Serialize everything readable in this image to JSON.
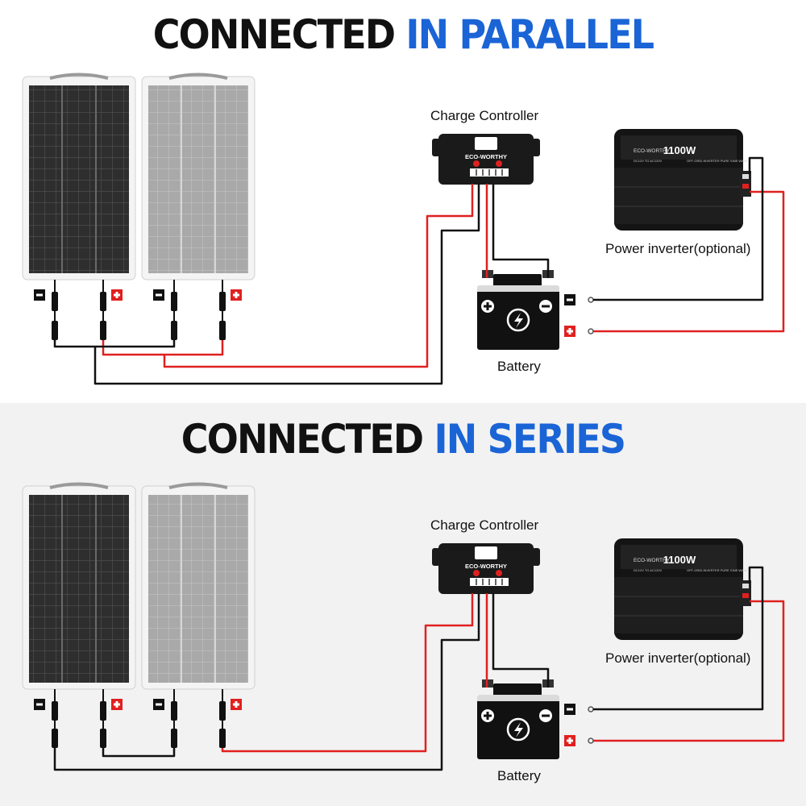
{
  "sections": {
    "parallel": {
      "title_part1": "CONNECTED",
      "title_part2": "IN PARALLEL"
    },
    "series": {
      "title_part1": "CONNECTED",
      "title_part2": "IN SERIES"
    }
  },
  "labels": {
    "charge_controller": "Charge Controller",
    "controller_brand": "ECO-WORTHY",
    "battery": "Battery",
    "power_inverter": "Power inverter(optional)",
    "inverter_brand": "ECO-WORTHY",
    "inverter_wattage": "1100W",
    "inverter_spec_left": "DC12V TO AC120V",
    "inverter_spec_right": "OFF-GRID INVERTER PURE SINE WAVE",
    "negative_sign": "−",
    "positive_sign": "+"
  },
  "colors": {
    "accent_blue": "#1a64d6",
    "wire_red": "#e02020",
    "wire_black": "#111111",
    "positive_badge": "#e02020",
    "negative_badge": "#111111"
  }
}
